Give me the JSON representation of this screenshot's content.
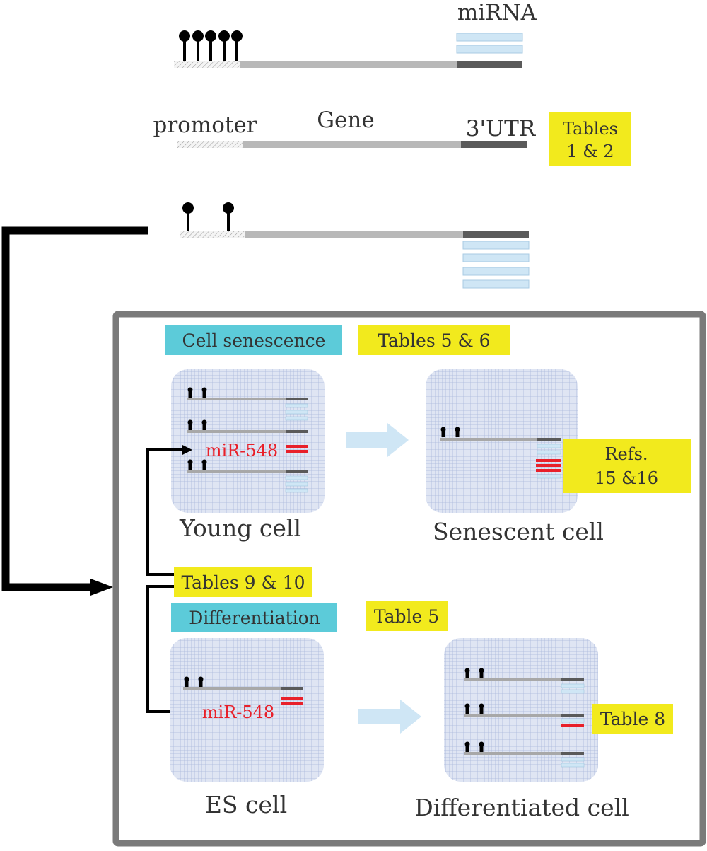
{
  "top": {
    "mirna_label": "miRNA",
    "promoter_label": "promoter",
    "gene_label": "Gene",
    "utr_label": "3'UTR",
    "tables_line1": "Tables",
    "tables_line2": "1 & 2"
  },
  "senescence": {
    "tag": "Cell senescence",
    "tables": "Tables 5 & 6",
    "young_label": "Young cell",
    "senescent_label": "Senescent cell",
    "mir_label": "miR-548",
    "refs_line1": "Refs.",
    "refs_line2": "15 &16"
  },
  "middle": {
    "tables": "Tables 9 & 10"
  },
  "differentiation": {
    "tag": "Differentiation",
    "tables": "Table 5",
    "es_label": "ES cell",
    "diff_label": "Differentiated cell",
    "mir_label": "miR-548",
    "table8": "Table 8"
  },
  "colors": {
    "yellow": "#f2ea1d",
    "cyan": "#5ccbd9",
    "red": "#e8202a",
    "pale_blue": "#cfe6f5",
    "dark_gray": "#5a5a5a",
    "mid_gray": "#b8b8b8",
    "frame_gray": "#7a7a7a",
    "cell_blue": "#c8d3ea"
  }
}
